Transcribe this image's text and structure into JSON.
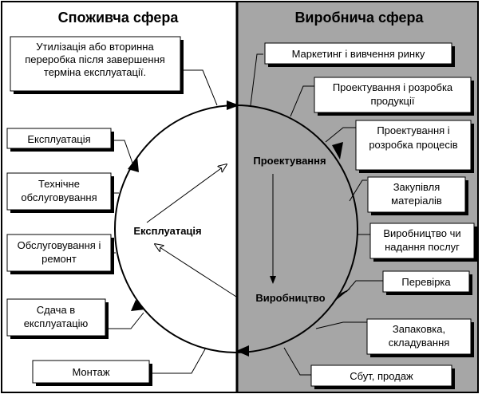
{
  "headers": {
    "left": "Споживча  сфера",
    "right": "Виробнича сфера"
  },
  "center_labels": {
    "design": "Проектування",
    "production": "Виробництво",
    "operation": "Експлуатація"
  },
  "left_boxes": {
    "utilization": [
      "Утилізація або вторинна",
      "переробка після завершення",
      "терміна експлуатації."
    ],
    "operation": [
      "Експлуатація"
    ],
    "maintenance": [
      "Технічне",
      "обслуговування"
    ],
    "service_repair": [
      "Обслуговування і",
      "ремонт"
    ],
    "commissioning": [
      "Сдача в",
      "експлуатацію"
    ],
    "installation": [
      "Монтаж"
    ]
  },
  "right_boxes": {
    "marketing": [
      "Маркетинг і вивчення ринку"
    ],
    "product_design": [
      "Проектування і розробка",
      "продукції"
    ],
    "process_design": [
      "Проектування і",
      "розробка процесів"
    ],
    "procurement": [
      "Закупівля",
      "матеріалів"
    ],
    "production": [
      "Виробництво чи",
      "надання послуг"
    ],
    "inspection": [
      "Перевірка"
    ],
    "packaging": [
      "Запаковка,",
      "складування"
    ],
    "sales": [
      "Сбут, продаж"
    ]
  },
  "colors": {
    "left_panel": "#ffffff",
    "right_panel": "#a6a6a6",
    "stroke": "#000000"
  }
}
